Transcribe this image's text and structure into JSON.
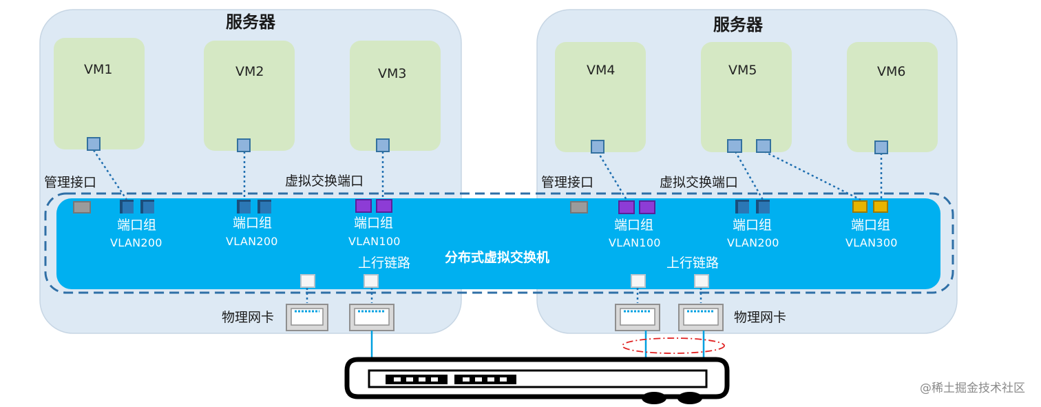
{
  "servers": [
    {
      "title": "服务器",
      "vms": [
        "VM1",
        "VM2",
        "VM3"
      ],
      "mgmt_label": "管理接口",
      "vport_label": "虚拟交换端口",
      "uplink_label": "上行链路",
      "nic_label": "物理网卡"
    },
    {
      "title": "服务器",
      "vms": [
        "VM4",
        "VM5",
        "VM6"
      ],
      "mgmt_label": "管理接口",
      "vport_label": "虚拟交换端口",
      "uplink_label": "上行链路",
      "nic_label": "物理网卡"
    }
  ],
  "dvs": {
    "label": "分布式虚拟交换机",
    "port_groups": [
      {
        "label": "端口组",
        "vlan": "VLAN200",
        "color": "blue"
      },
      {
        "label": "端口组",
        "vlan": "VLAN200",
        "color": "blue"
      },
      {
        "label": "端口组",
        "vlan": "VLAN100",
        "color": "purple"
      },
      {
        "label": "端口组",
        "vlan": "VLAN100",
        "color": "purple"
      },
      {
        "label": "端口组",
        "vlan": "VLAN200",
        "color": "blue"
      },
      {
        "label": "端口组",
        "vlan": "VLAN300",
        "color": "yellow"
      }
    ]
  },
  "colors": {
    "server_bg": "#dde9f4",
    "vm_fill": "#d5e8c4",
    "dvs_fill": "#00b0f0",
    "vlan100": "#8d3cd6",
    "vlan300": "#e8b400",
    "link": "#1f6fb0"
  },
  "watermark": "@稀土掘金技术社区"
}
